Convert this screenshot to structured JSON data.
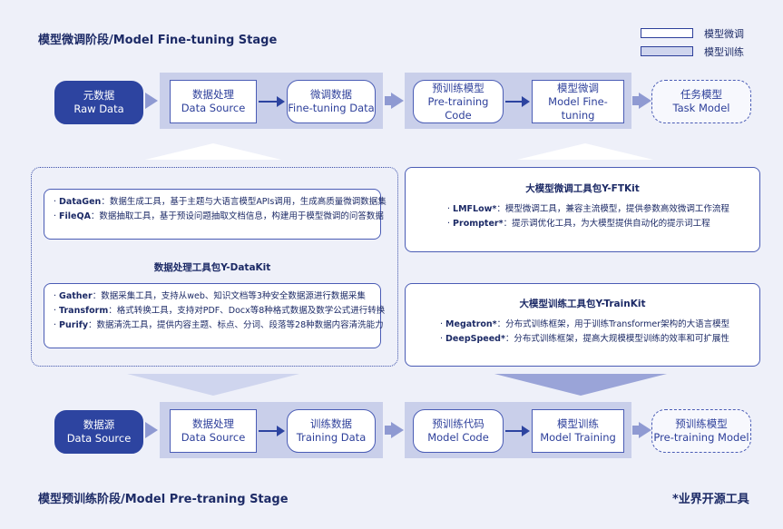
{
  "titles": {
    "finetune_stage": "模型微调阶段/Model Fine-tuning Stage",
    "pretrain_stage": "模型预训练阶段/Model Pre-traning Stage",
    "footnote": "*业界开源工具"
  },
  "legend": {
    "finetune": "模型微调",
    "train": "模型训练"
  },
  "finetune_row": {
    "raw_data": {
      "zh": "元数据",
      "en": "Raw Data"
    },
    "data_source": {
      "zh": "数据处理",
      "en": "Data Source"
    },
    "finetune_data": {
      "zh": "微调数据",
      "en": "Fine-tuning Data"
    },
    "pretrain_model": {
      "zh": "预训练模型",
      "en": "Pre-training Code"
    },
    "model_finetune": {
      "zh": "模型微调",
      "en": "Model Fine-tuning"
    },
    "task_model": {
      "zh": "任务模型",
      "en": "Task Model"
    }
  },
  "pretrain_row": {
    "data_source_start": {
      "zh": "数据源",
      "en": "Data Source"
    },
    "data_process": {
      "zh": "数据处理",
      "en": "Data Source"
    },
    "training_data": {
      "zh": "训练数据",
      "en": "Training Data"
    },
    "pretrain_code": {
      "zh": "预训练代码",
      "en": "Model Code"
    },
    "model_training": {
      "zh": "模型训练",
      "en": "Model Training"
    },
    "pretrain_model": {
      "zh": "预训练模型",
      "en": "Pre-training Model"
    }
  },
  "datakit": {
    "title": "数据处理工具包Y-DataKit",
    "top_items": [
      {
        "name": "DataGen",
        "desc": "：数据生成工具，基于主题与大语言模型APIs调用，生成高质量微调数据集"
      },
      {
        "name": "FileQA",
        "desc": "：数据抽取工具，基于预设问题抽取文档信息，构建用于模型微调的问答数据"
      }
    ],
    "bottom_items": [
      {
        "name": "Gather",
        "desc": "：数据采集工具，支持从web、知识文档等3种安全数据源进行数据采集"
      },
      {
        "name": "Transform",
        "desc": "：格式转换工具，支持对PDF、Docx等8种格式数据及数学公式进行转换"
      },
      {
        "name": "Purify",
        "desc": "：数据清洗工具，提供内容主题、标点、分词、段落等28种数据内容清洗能力"
      }
    ]
  },
  "ftkit": {
    "title": "大模型微调工具包Y-FTKit",
    "items": [
      {
        "name": "LMFLow*",
        "desc": "：模型微调工具，兼容主流模型，提供参数高效微调工作流程"
      },
      {
        "name": "Prompter*",
        "desc": "：提示调优化工具，为大模型提供自动化的提示词工程"
      }
    ]
  },
  "trainkit": {
    "title": "大模型训练工具包Y-TrainKit",
    "items": [
      {
        "name": "Megatron*",
        "desc": "：分布式训练框架，用于训练Transformer架构的大语言模型"
      },
      {
        "name": "DeepSpeed*",
        "desc": "：分布式训练框架，提高大规模模型训练的效率和可扩展性"
      }
    ]
  },
  "colors": {
    "primary": "#2d44a0",
    "band": "#c9cfea",
    "background": "#eef0f9",
    "arrow_light": "#8f9ad2"
  }
}
